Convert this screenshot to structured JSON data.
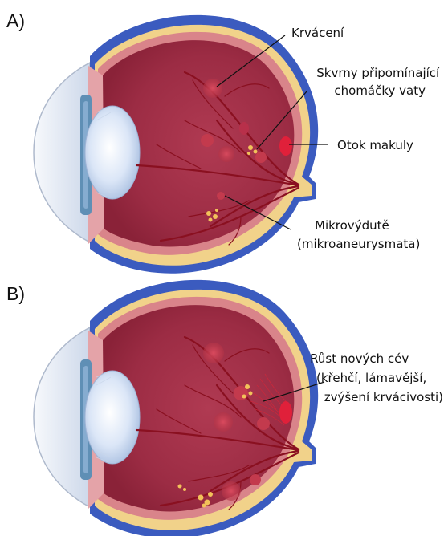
{
  "panels": [
    {
      "label": "A)",
      "callouts": [
        {
          "lines": [
            "Krvácení"
          ]
        },
        {
          "lines": [
            "Skvrny připomínající",
            "chomáčky vaty"
          ]
        },
        {
          "lines": [
            "Otok makuly"
          ]
        },
        {
          "lines": [
            "Mikrovýdutě",
            "(mikroaneurysmata)"
          ]
        }
      ]
    },
    {
      "label": "B)",
      "callouts": [
        {
          "lines": [
            "Růst nových cév",
            "(křehčí, lámavější,",
            "zvýšení krvácivosti)"
          ]
        }
      ]
    }
  ],
  "colors": {
    "sclera_outer": "#3b5bbf",
    "sclera_inner": "#f1d28a",
    "retina": "#b8404f",
    "retina_edge": "#d9848a",
    "vitreous": "#a3334a",
    "vessel": "#8a1020",
    "hemorrhage": "#c33a4d",
    "exudate": "#f2c25a",
    "macula": "#e0203a",
    "lens": "#dfe8f6",
    "cornea": "#eef2f8",
    "iris": "#5f8fb5"
  }
}
